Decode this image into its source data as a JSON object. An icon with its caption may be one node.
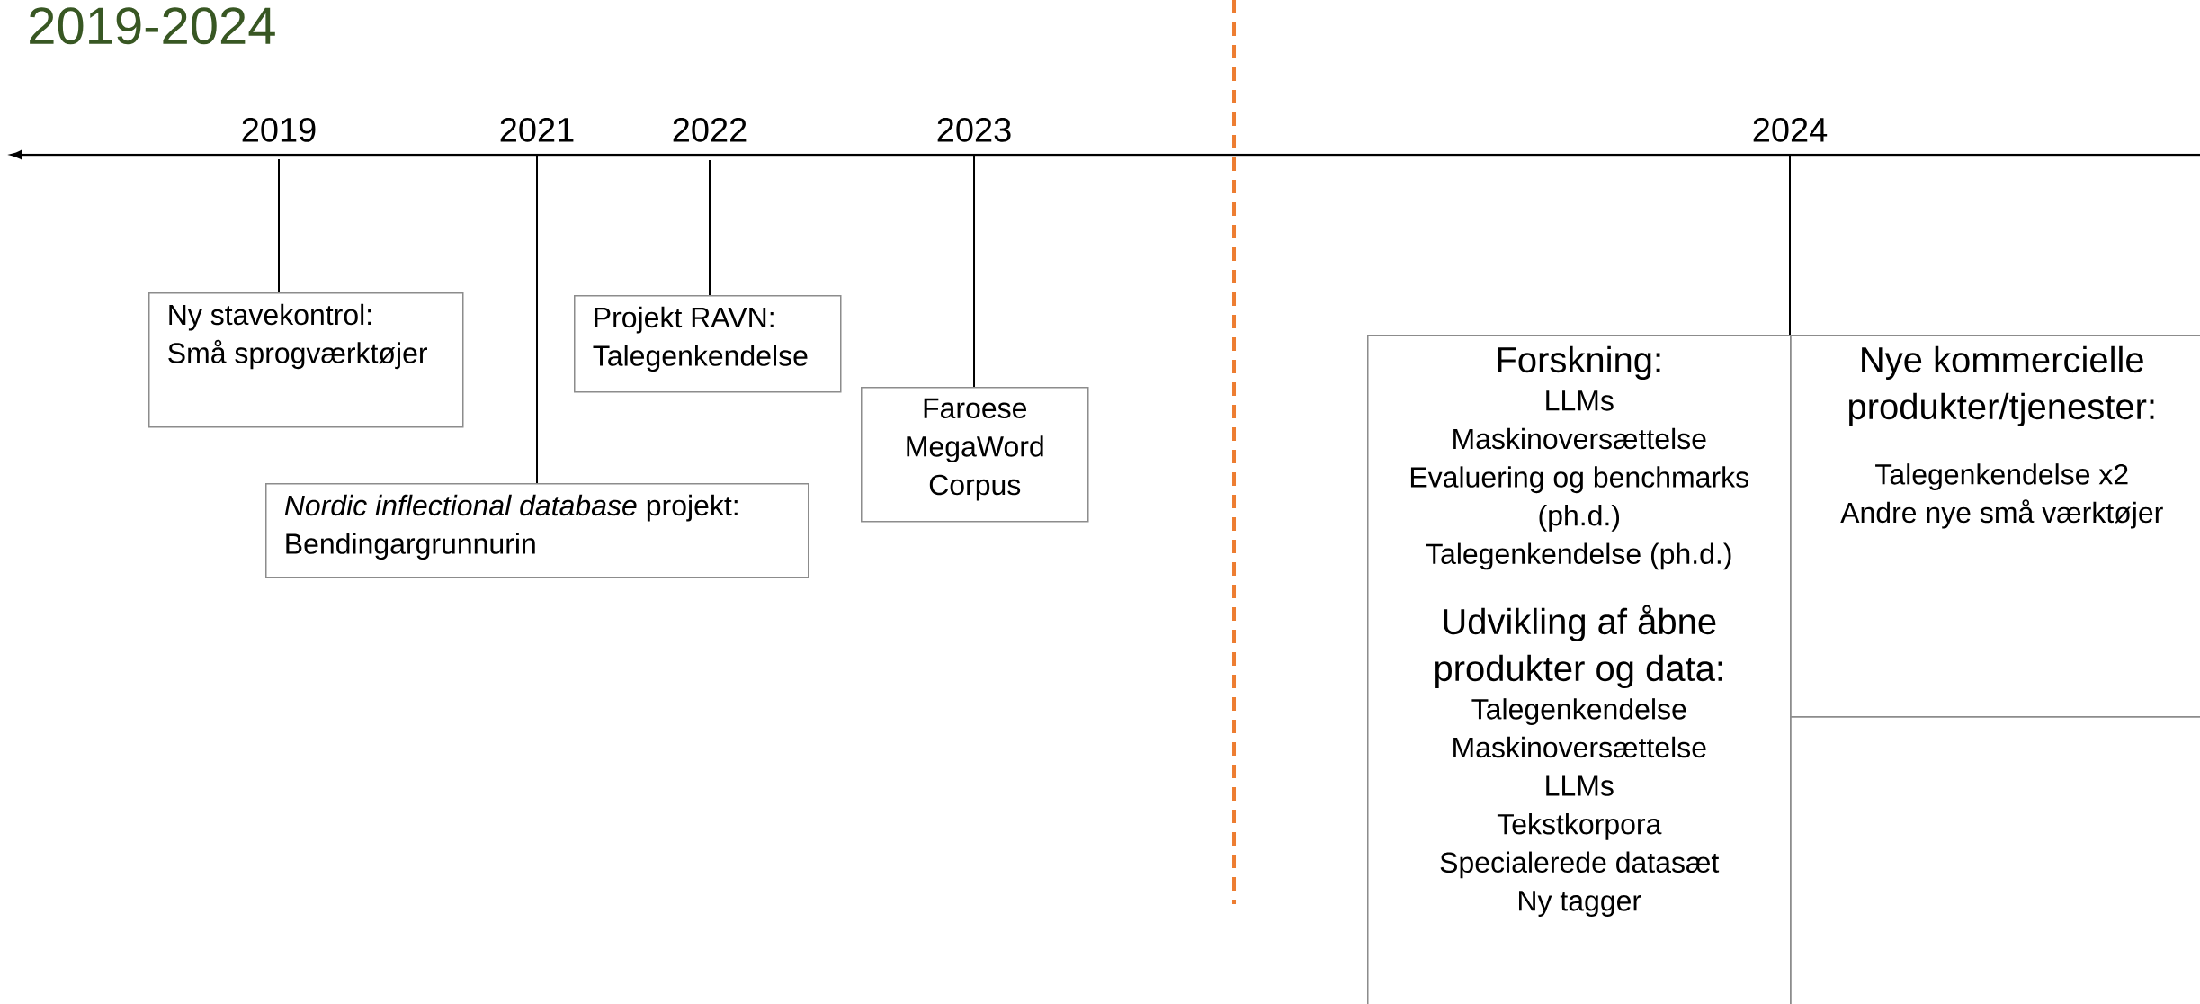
{
  "diagram": {
    "title": "2019-2024",
    "nodes": [
      {
        "text": [
          "2019"
        ]
      },
      {
        "text": [
          "2021"
        ]
      },
      {
        "text": [
          "2022"
        ]
      },
      {
        "text": [
          "2023"
        ]
      },
      {
        "text": [
          "2024"
        ]
      },
      {
        "text": [
          "Ny stavekontrol:",
          "Små sprogværktøjer"
        ]
      },
      {
        "text": [
          "Projekt RAVN:",
          "Talegenkendelse"
        ]
      },
      {
        "text": [
          "Faroese MegaWord Corpus"
        ]
      },
      {
        "text": [
          "*Nordic inflectional database* projekt:",
          "Bendingargrunnurin"
        ]
      },
      {
        "text": [
          "Forskning:",
          "LLMs",
          "Maskinoversættelse",
          "Evaluering og benchmarks (ph.d.)",
          "Talegenkendelse (ph.d.)",
          "Udvikling af åbne produkter og data:",
          "Talegenkendelse",
          "Maskinoversættelse",
          "LLMs",
          "Tekstkorpora",
          "Specialerede datasæt",
          "Ny tagger"
        ]
      },
      {
        "text": [
          "Nye kommercielle produkter/tjenester:",
          "Talegenkendelse x2",
          "Andre nye små værktøjer"
        ]
      },
      {
        "text": [],
        "shape": "box"
      }
    ],
    "edges": [
      {
        "from": 0,
        "to": 5,
        "arrow": "none"
      },
      {
        "from": 1,
        "to": 8,
        "arrow": "none"
      },
      {
        "from": 2,
        "to": 6,
        "arrow": "none"
      },
      {
        "from": 3,
        "to": 7,
        "arrow": "none"
      },
      {
        "from": 4,
        "to": 9,
        "arrow": "none"
      },
      {
        "from": 4,
        "to": 10,
        "arrow": "none"
      }
    ]
  }
}
